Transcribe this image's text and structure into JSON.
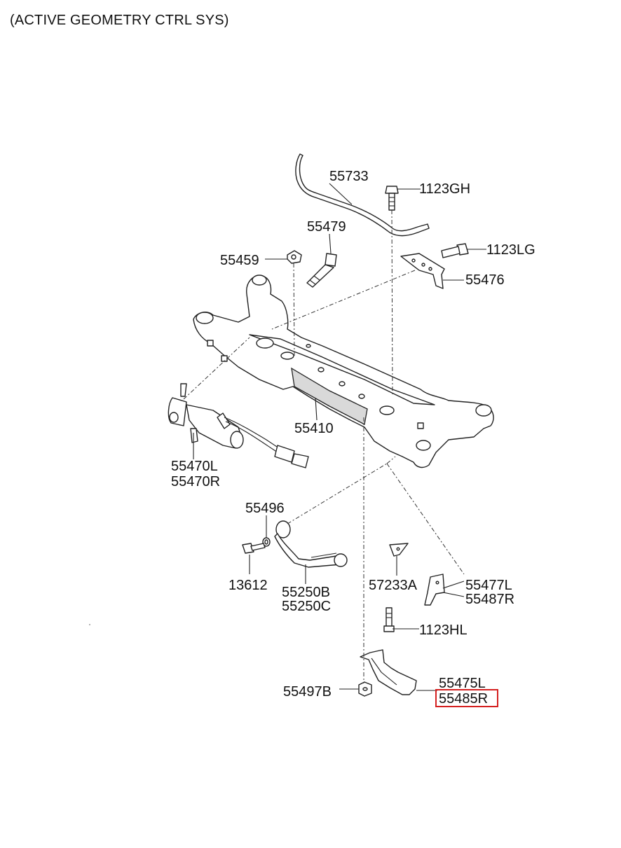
{
  "title": "(ACTIVE GEOMETRY CTRL SYS)",
  "highlight_color": "#d42020",
  "parts": {
    "p55733": "55733",
    "p1123GH": "1123GH",
    "p55479": "55479",
    "p1123LG": "1123LG",
    "p55459": "55459",
    "p55476": "55476",
    "p55410": "55410",
    "p55470L": "55470L",
    "p55470R": "55470R",
    "p55496": "55496",
    "p13612": "13612",
    "p55250B": "55250B",
    "p55250C": "55250C",
    "p57233A": "57233A",
    "p55477L": "55477L",
    "p55487R": "55487R",
    "p1123HL": "1123HL",
    "p55497B": "55497B",
    "p55475L": "55475L",
    "p55485R": "55485R"
  }
}
